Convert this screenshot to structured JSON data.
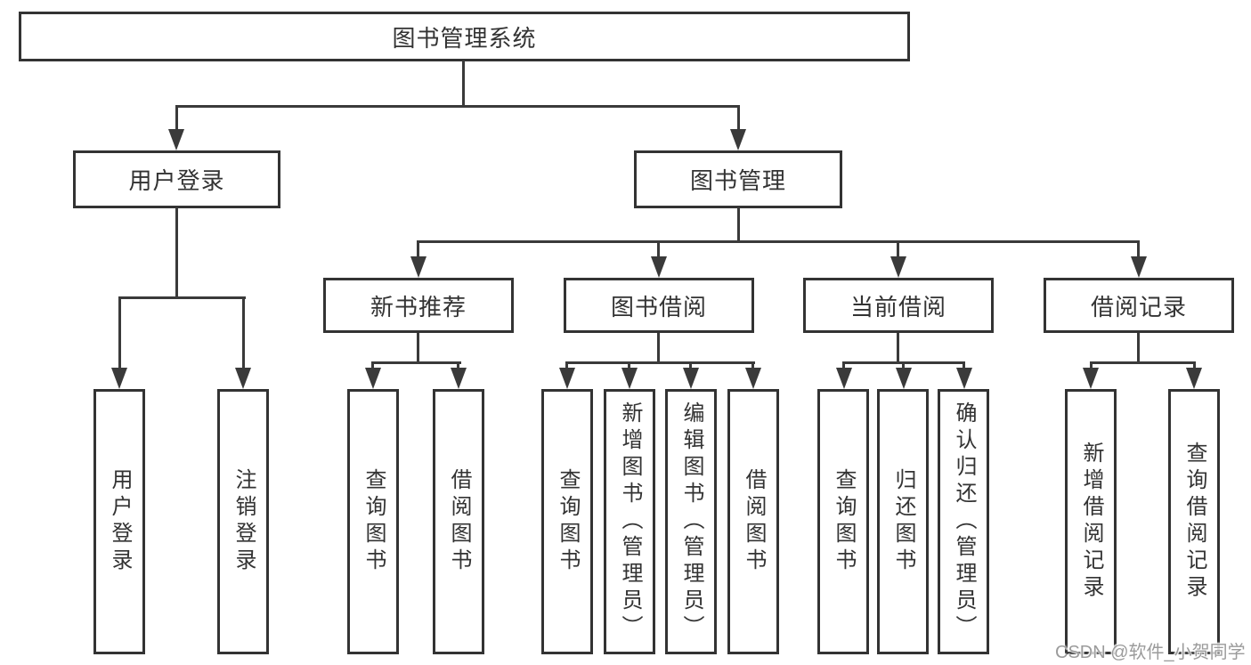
{
  "diagram_title": "图书管理系统",
  "colors": {
    "line": "#3a3a3a",
    "box_border": "#333333",
    "box_fill": "#ffffff",
    "text": "#333333",
    "watermark": "#9b9b9b"
  },
  "nodes": {
    "root": {
      "label": "图书管理系统"
    },
    "level1": [
      {
        "label": "用户登录"
      },
      {
        "label": "图书管理"
      }
    ],
    "level2": [
      {
        "label": "新书推荐",
        "parent": "图书管理"
      },
      {
        "label": "图书借阅",
        "parent": "图书管理"
      },
      {
        "label": "当前借阅",
        "parent": "图书管理"
      },
      {
        "label": "借阅记录",
        "parent": "图书管理"
      }
    ],
    "leaves": [
      {
        "label": "用户登录",
        "parent": "用户登录"
      },
      {
        "label": "注销登录",
        "parent": "用户登录"
      },
      {
        "label": "查询图书",
        "parent": "新书推荐"
      },
      {
        "label": "借阅图书",
        "parent": "新书推荐"
      },
      {
        "label": "查询图书",
        "parent": "图书借阅"
      },
      {
        "label": "新增图书（管理员）",
        "parent": "图书借阅"
      },
      {
        "label": "编辑图书（管理员）",
        "parent": "图书借阅"
      },
      {
        "label": "借阅图书",
        "parent": "图书借阅"
      },
      {
        "label": "查询图书",
        "parent": "当前借阅"
      },
      {
        "label": "归还图书",
        "parent": "当前借阅"
      },
      {
        "label": "确认归还（管理员）",
        "parent": "当前借阅"
      },
      {
        "label": "新增借阅记录",
        "parent": "借阅记录"
      },
      {
        "label": "查询借阅记录",
        "parent": "借阅记录"
      }
    ]
  },
  "watermark": {
    "text": "CSDN @软件_小贺同学"
  }
}
